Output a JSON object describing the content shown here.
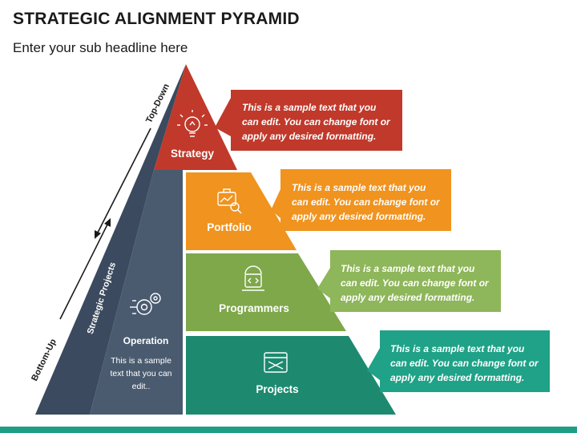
{
  "header": {
    "title": "STRATEGIC ALIGNMENT PYRAMID",
    "subtitle": "Enter your sub headline here"
  },
  "side_labels": {
    "top_down": "Top-Down",
    "bottom_up": "Bottom-Up",
    "strategic_projects": "Strategic Projects"
  },
  "operation": {
    "label": "Operation",
    "text": "This is a sample text that you can edit..",
    "icon": "gears-icon"
  },
  "tiers": [
    {
      "label": "Strategy",
      "icon": "lightbulb-icon",
      "color": "#c0392b",
      "callout": "This is a sample text that you can edit. You can change font or apply any desired formatting."
    },
    {
      "label": "Portfolio",
      "icon": "briefcase-chart-icon",
      "color": "#f0931f",
      "callout": "This is a sample text that you can edit. You can change font or apply any desired formatting."
    },
    {
      "label": "Programmers",
      "icon": "laptop-code-icon",
      "color": "#7ea84a",
      "callout": "This is a sample text that you can edit. You can change font or apply any desired formatting."
    },
    {
      "label": "Projects",
      "icon": "blueprint-tools-icon",
      "color": "#1d8a70",
      "callout": "This is a sample text that you can edit. You can change font or apply any desired formatting."
    }
  ],
  "colors": {
    "dark_face": "#3b4a5e",
    "operation_face": "#4a5b70",
    "callout_green": "#1fa287"
  }
}
